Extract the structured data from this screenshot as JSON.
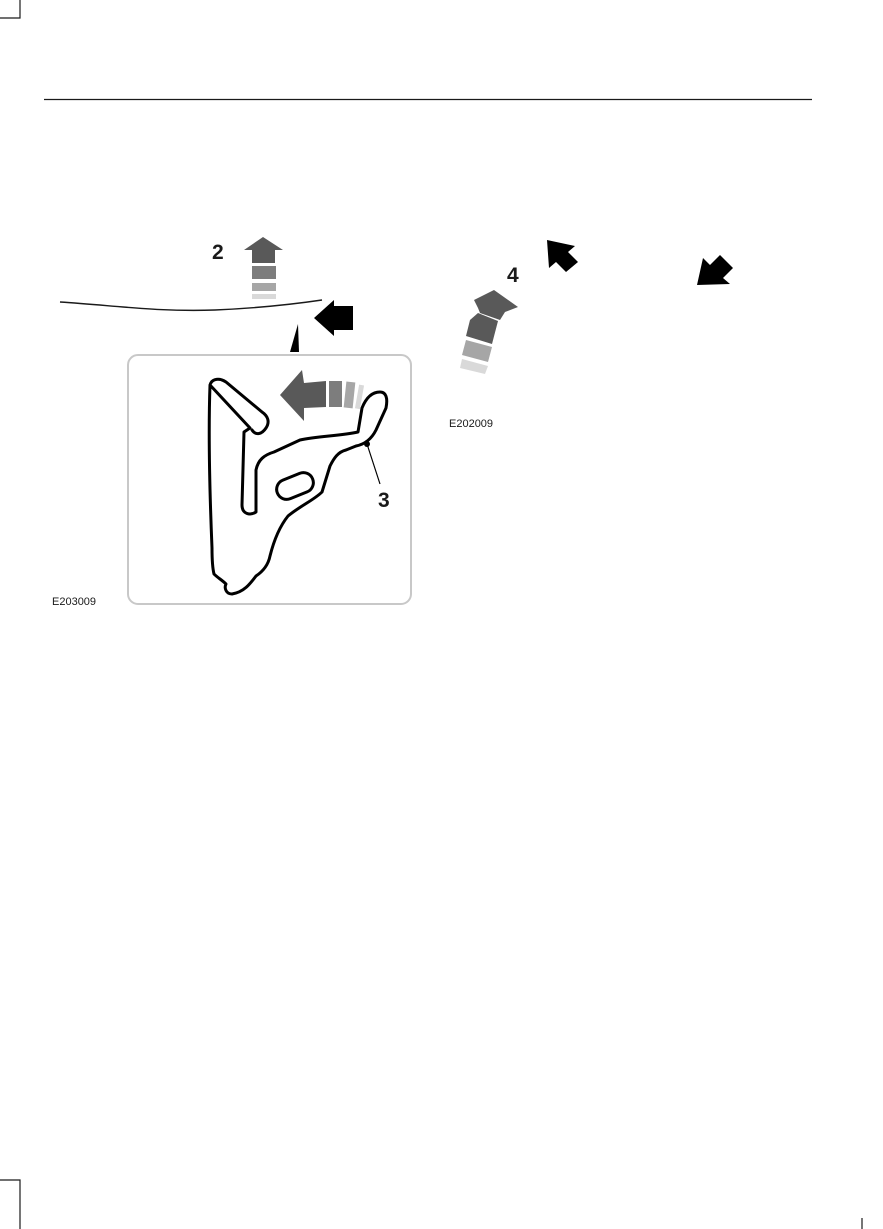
{
  "figure_left": {
    "code": "E203009",
    "callouts": [
      "2",
      "3"
    ]
  },
  "figure_right": {
    "code": "E202009",
    "callouts": [
      "4"
    ]
  },
  "colors": {
    "arrow_dark": "#595959",
    "arrow_black": "#000000",
    "inset_border": "#c8c8c8",
    "rule": "#1a1a1a"
  }
}
